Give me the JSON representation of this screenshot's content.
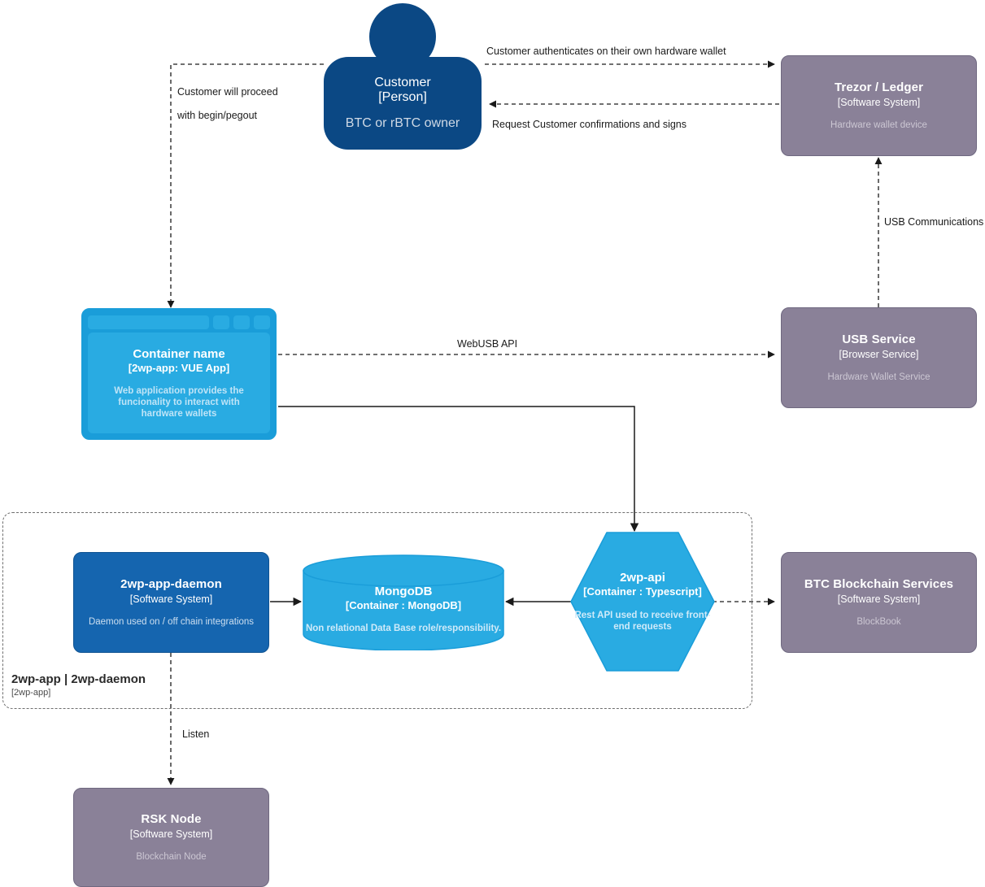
{
  "diagram": {
    "type": "C4 container diagram",
    "colors": {
      "person": "#0b4884",
      "software_system": "#8a8198",
      "software_system_blue": "#1565af",
      "container": "#29abe2",
      "container_border": "#1a9dd9",
      "boundary_border": "#6f6f6f",
      "edge": "#1a1a1a",
      "background": "#ffffff"
    }
  },
  "nodes": {
    "customer": {
      "title": "Customer",
      "type": "[Person]",
      "description": "BTC or rBTC owner"
    },
    "trezor_ledger": {
      "title": "Trezor / Ledger",
      "type": "[Software System]",
      "description": "Hardware wallet device"
    },
    "usb_service": {
      "title": "USB Service",
      "type": "[Browser Service]",
      "description": "Hardware Wallet Service"
    },
    "container_name": {
      "title": "Container name",
      "type": "[2wp-app: VUE App]",
      "description": "Web application provides the funcionality to interact with hardware wallets"
    },
    "daemon": {
      "title": "2wp-app-daemon",
      "type": "[Software System]",
      "description": "Daemon used on / off chain integrations"
    },
    "mongodb": {
      "title": "MongoDB",
      "type": "[Container : MongoDB]",
      "description": "Non relational Data Base role/responsibility."
    },
    "twp_api": {
      "title": "2wp-api",
      "type": "[Container : Typescript]",
      "description": "Rest API used to receive front-end requests"
    },
    "btc_blockchain": {
      "title": "BTC Blockchain Services",
      "type": "[Software System]",
      "description": "BlockBook"
    },
    "rsk_node": {
      "title": "RSK Node",
      "type": "[Software System]",
      "description": "Blockchain Node"
    }
  },
  "boundary": {
    "name": "2wp-app | 2wp-daemon",
    "tech": "[2wp-app]"
  },
  "edges": [
    {
      "id": "customer-to-trezor",
      "label": "Customer authenticates on their own hardware wallet",
      "from": "customer",
      "to": "trezor_ledger",
      "style": "dashed"
    },
    {
      "id": "trezor-to-customer",
      "label": "Request Customer confirmations and signs",
      "from": "trezor_ledger",
      "to": "customer",
      "style": "dashed"
    },
    {
      "id": "customer-to-container-line1",
      "label": "Customer will proceed",
      "from": "customer",
      "to": "container_name",
      "style": "dashed"
    },
    {
      "id": "customer-to-container-line2",
      "label": "with begin/pegout",
      "from": "customer",
      "to": "container_name",
      "style": "dashed"
    },
    {
      "id": "usb-to-trezor",
      "label": "USB Communications",
      "from": "usb_service",
      "to": "trezor_ledger",
      "style": "dashed"
    },
    {
      "id": "container-to-usb",
      "label": "WebUSB API",
      "from": "container_name",
      "to": "usb_service",
      "style": "dashed"
    },
    {
      "id": "container-to-api",
      "label": "",
      "from": "container_name",
      "to": "twp_api",
      "style": "solid"
    },
    {
      "id": "daemon-to-mongo",
      "label": "",
      "from": "daemon",
      "to": "mongodb",
      "style": "solid"
    },
    {
      "id": "api-to-mongo",
      "label": "",
      "from": "twp_api",
      "to": "mongodb",
      "style": "solid"
    },
    {
      "id": "api-to-btc",
      "label": "",
      "from": "twp_api",
      "to": "btc_blockchain",
      "style": "dashed"
    },
    {
      "id": "daemon-to-rsk",
      "label": "Listen",
      "from": "daemon",
      "to": "rsk_node",
      "style": "dashed"
    }
  ]
}
